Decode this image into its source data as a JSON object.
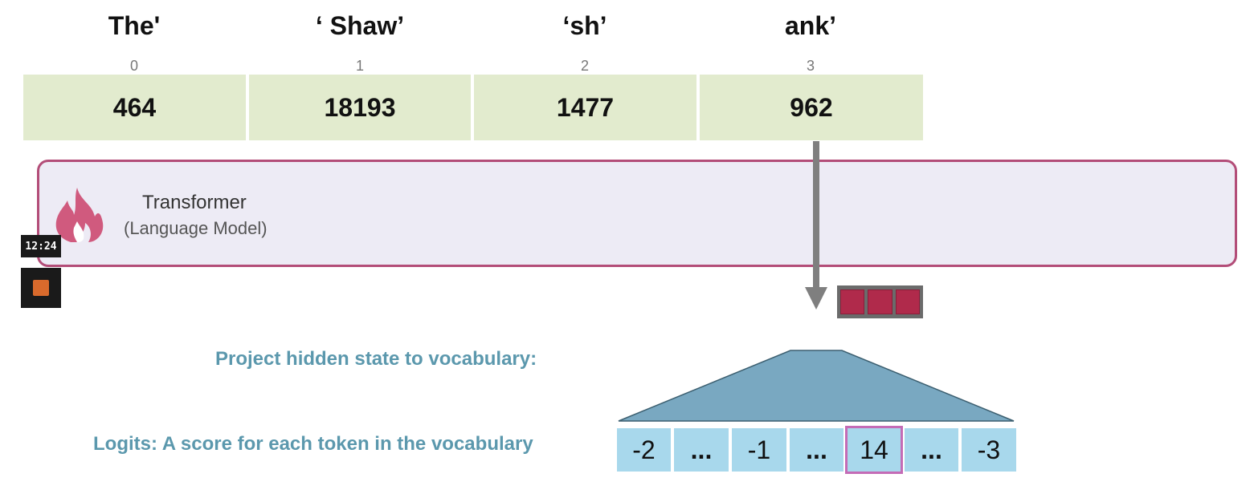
{
  "tokens": [
    {
      "text": "The'",
      "index": "0",
      "id": "464"
    },
    {
      "text": "‘  Shaw’",
      "index": "1",
      "id": "18193"
    },
    {
      "text": "‘sh’",
      "index": "2",
      "id": "1477"
    },
    {
      "text": "ank’",
      "index": "3",
      "id": "962"
    }
  ],
  "transformer": {
    "title": "Transformer",
    "subtitle": "(Language Model)",
    "icon": "flame-icon"
  },
  "overlay": {
    "timer": "12:24"
  },
  "labels": {
    "project": "Project hidden state to vocabulary:",
    "logits": "Logits: A score for each token in the vocabulary"
  },
  "logits": [
    "-2",
    "...",
    "-1",
    "...",
    "14",
    "...",
    "-3"
  ],
  "highlighted_logit": "14",
  "colors": {
    "token_id_bg": "#e2ebce",
    "transformer_border": "#b34d78",
    "transformer_bg": "#edebf5",
    "flame": "#d05a7e",
    "projection": "#79a8c1",
    "logit_bg": "#a8d8ec",
    "highlight": "#c46bb6",
    "label_text": "#5b98ad",
    "hidden_state": "#b02a4b"
  }
}
